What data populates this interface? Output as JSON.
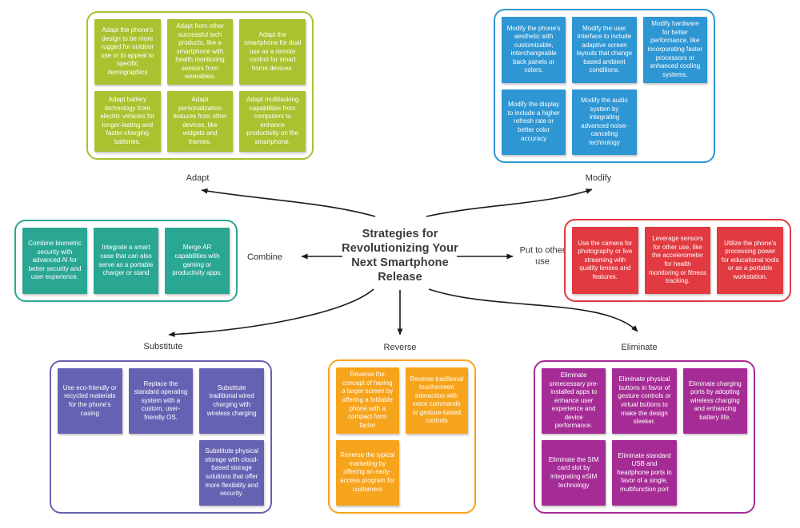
{
  "title": {
    "text": "Strategies for Revolutionizing Your Next Smartphone Release",
    "lines": [
      "Strategies for",
      "Revolutionizing Your",
      "Next Smartphone",
      "Release"
    ]
  },
  "groups": {
    "adapt": {
      "label": "Adapt",
      "color": "#a8c32f",
      "cards": [
        "Adapt the phone's design to be more rugged for outdoor use or to appeal to specific demographics",
        "Adapt from other successful tech products, like a smartphone with health monitoring sensors from wearables.",
        "Adapt the smartphone for dual use as a remote control for smart home devices.",
        "Adapt battery technology from electric vehicles for longer-lasting and faster-charging batteries.",
        "Adapt personalization features from other devices, like widgets and themes.",
        "Adapt multitasking capabilities from computers to enhance productivity on the smartphone."
      ]
    },
    "modify": {
      "label": "Modify",
      "color": "#2e96d3",
      "cards": [
        "Modify the phone's aesthetic with customizable, interchangeable back panels or colors.",
        "Modify the user interface to include adaptive screen layouts that change based ambient conditions.",
        "Modify hardware for better performance, like incorporating faster processors or enhanced cooling systems.",
        "Modify the display to include a higher refresh rate or better color accuracy",
        "Modify the audio system by integrating advanced noise-canceling technology"
      ]
    },
    "combine": {
      "label": "Combine",
      "color": "#2aa793",
      "cards": [
        "Combine biometric security with advanced AI for better security and user experience.",
        "Integrate a smart case that can also serve as a portable charger or stand",
        "Merge AR capabilities with gaming or productivity apps."
      ]
    },
    "put_to_other_use": {
      "label": "Put to other use",
      "color": "#e13a40",
      "cards": [
        "Use the camera for photography or live streaming with quality lenses and features.",
        "Leverage sensors for other use, like the accelerometer for health monitoring or fitness tracking.",
        "Utilize the phone's processing power for educational tools or as a portable workstation."
      ]
    },
    "substitute": {
      "label": "Substitute",
      "color": "#6662b3",
      "cards": [
        "Use eco-friendly or recycled materials for the phone's casing",
        "Replace the standard operating system with a custom, user-friendly OS.",
        "Substitute traditional wired charging with wireless charging",
        "Substitute physical storage with cloud-based storage solutions that offer more flexibility and security."
      ]
    },
    "reverse": {
      "label": "Reverse",
      "color": "#f7a41d",
      "cards": [
        "Reverse the concept of having a larger screen by offering a foldable phone with a compact form factor",
        "Reverse traditional touchscreen interaction with voice commands or gesture-based controls",
        "Reverse the typical marketing by offering an early-access program for customers"
      ]
    },
    "eliminate": {
      "label": "Eliminate",
      "color": "#a52c95",
      "cards": [
        "Eliminate unnecessary pre-installed apps to enhance user experience and device performance.",
        "Eliminate physical buttons in favor of gesture controls or virtual buttons to make the design sleeker.",
        "Eliminate charging ports by adopting wireless charging and enhancing battery life.",
        "Eliminate the SIM card slot by integrating eSIM technology",
        "Eliminate standard USB and headphone ports in favor of a single, multifunction port"
      ]
    }
  },
  "colors": {
    "arrow": "#1a1a1a",
    "label_text": "#333333",
    "title_text": "#3a3a3a",
    "background": "#ffffff"
  }
}
